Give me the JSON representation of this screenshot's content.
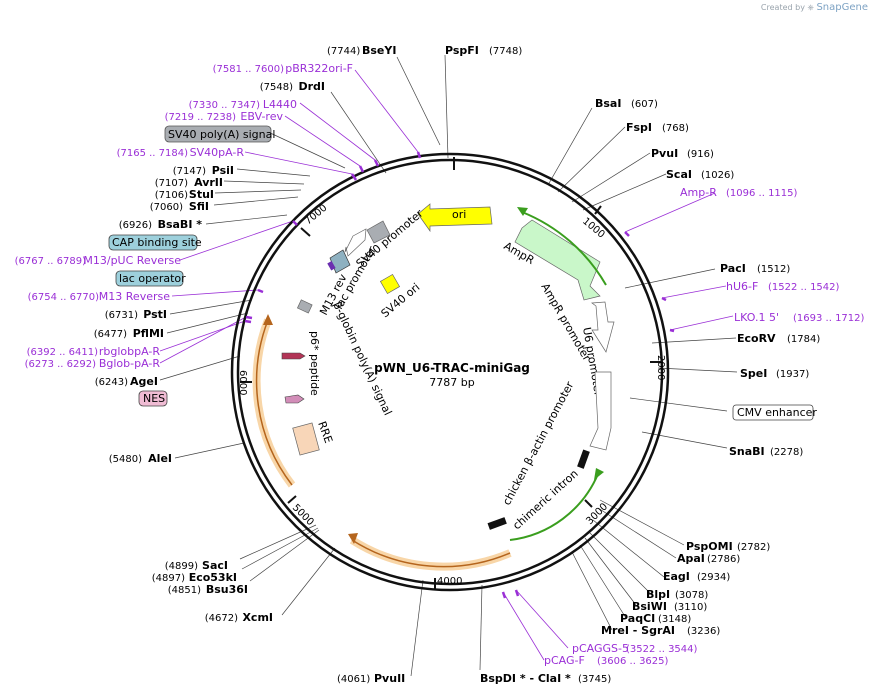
{
  "credit": {
    "prefix": "Created by",
    "brand": "SnapGene"
  },
  "plasmid": {
    "name": "pWN_U6-TRAC-miniGag",
    "size_label": "7787 bp",
    "length": 7787
  },
  "ticks": [
    "1000",
    "2000",
    "3000",
    "4000",
    "5000",
    "6000",
    "7000"
  ],
  "right_labels": [
    {
      "name": "BsaI",
      "pos": "(607)"
    },
    {
      "name": "FspI",
      "pos": "(768)"
    },
    {
      "name": "PvuI",
      "pos": "(916)"
    },
    {
      "name": "ScaI",
      "pos": "(1026)"
    },
    {
      "name": "Amp-R",
      "pos": "(1096 .. 1115)",
      "type": "primer"
    },
    {
      "name": "PacI",
      "pos": "(1512)"
    },
    {
      "name": "hU6-F",
      "pos": "(1522 .. 1542)",
      "type": "primer"
    },
    {
      "name": "LKO.1 5'",
      "pos": "(1693 .. 1712)",
      "type": "primer"
    },
    {
      "name": "EcoRV",
      "pos": "(1784)"
    },
    {
      "name": "SpeI",
      "pos": "(1937)"
    },
    {
      "name": "CMV enhancer",
      "type": "feature"
    },
    {
      "name": "SnaBI",
      "pos": "(2278)"
    },
    {
      "name": "PspOMI",
      "pos": "(2782)"
    },
    {
      "name": "ApaI",
      "pos": "(2786)"
    },
    {
      "name": "EagI",
      "pos": "(2934)"
    },
    {
      "name": "BlpI",
      "pos": "(3078)"
    },
    {
      "name": "BsiWI",
      "pos": "(3110)"
    },
    {
      "name": "PaqCI",
      "pos": "(3148)"
    },
    {
      "name": "MreI - SgrAI",
      "pos": "(3236)"
    },
    {
      "name": "pCAGGS-5",
      "pos": "(3522 .. 3544)",
      "type": "primer"
    },
    {
      "name": "pCAG-F",
      "pos": "(3606 .. 3625)",
      "type": "primer"
    }
  ],
  "bottom_labels": [
    {
      "name": "BspDI * - ClaI *",
      "pos": "(3745)"
    },
    {
      "name": "PvuII",
      "pos": "(4061)"
    }
  ],
  "top_labels": [
    {
      "name": "BseYI",
      "pos": "(7744)"
    },
    {
      "name": "PspFI",
      "pos": "(7748)"
    }
  ],
  "left_labels": [
    {
      "name": "pBR322ori-F",
      "pos": "(7581 .. 7600)",
      "type": "primer"
    },
    {
      "name": "DrdI",
      "pos": "(7548)"
    },
    {
      "name": "L4440",
      "pos": "(7330 .. 7347)",
      "type": "primer"
    },
    {
      "name": "EBV-rev",
      "pos": "(7219 .. 7238)",
      "type": "primer"
    },
    {
      "name": "SV40 poly(A) signal",
      "type": "feature"
    },
    {
      "name": "SV40pA-R",
      "pos": "(7165 .. 7184)",
      "type": "primer"
    },
    {
      "name": "PsiI",
      "pos": "(7147)"
    },
    {
      "name": "AvrII",
      "pos": "(7107)"
    },
    {
      "name": "StuI",
      "pos": "(7106)"
    },
    {
      "name": "SfiI",
      "pos": "(7060)"
    },
    {
      "name": "BsaBI *",
      "pos": "(6926)"
    },
    {
      "name": "CAP binding site",
      "type": "feature"
    },
    {
      "name": "M13/pUC Reverse",
      "pos": "(6767 .. 6789)",
      "type": "primer"
    },
    {
      "name": "lac operator",
      "type": "feature"
    },
    {
      "name": "M13 Reverse",
      "pos": "(6754 .. 6770)",
      "type": "primer"
    },
    {
      "name": "PstI",
      "pos": "(6731)"
    },
    {
      "name": "PflMI",
      "pos": "(6477)"
    },
    {
      "name": "rbglobpA-R",
      "pos": "(6392 .. 6411)",
      "type": "primer"
    },
    {
      "name": "Bglob-pA-R",
      "pos": "(6273 .. 6292)",
      "type": "primer"
    },
    {
      "name": "AgeI",
      "pos": "(6243)"
    },
    {
      "name": "NES",
      "type": "feature"
    },
    {
      "name": "AleI",
      "pos": "(5480)"
    },
    {
      "name": "SacI",
      "pos": "(4899)"
    },
    {
      "name": "Eco53kI",
      "pos": "(4897)"
    },
    {
      "name": "Bsu36I",
      "pos": "(4851)"
    },
    {
      "name": "XcmI",
      "pos": "(4672)"
    }
  ],
  "inner_labels": [
    "ori",
    "AmpR",
    "AmpR promoter",
    "U6 promoter",
    "chicken β-actin promoter",
    "chimeric intron",
    "SV40 promoter",
    "SV40 ori",
    "M13 rev",
    "lac promoter",
    "β-globin poly(A) signal",
    "p6* peptide",
    "RRE"
  ],
  "colors": {
    "primer": "#9a2fd6",
    "ori": "#ffff00",
    "ampr": "#c9f7c9",
    "orange": "#f8d6a8",
    "grey": "#a9adb2",
    "green": "#3a9e1e"
  }
}
